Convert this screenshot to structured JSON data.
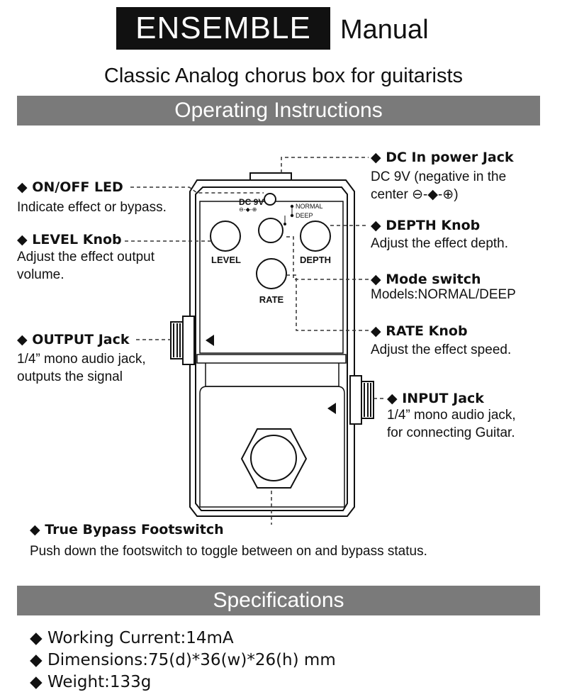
{
  "header": {
    "title": "ENSEMBLE",
    "title_suffix": "Manual",
    "subtitle": "Classic Analog chorus box for guitarists"
  },
  "sections": {
    "operating": "Operating Instructions",
    "specifications": "Specifications"
  },
  "pedal": {
    "dc_label": "DC 9V",
    "polarity": "⊖-◆-⊕",
    "level_label": "LEVEL",
    "depth_label": "DEPTH",
    "rate_label": "RATE",
    "mode_normal": "NORMAL",
    "mode_deep": "DEEP"
  },
  "callouts": {
    "dc": {
      "title": "◆ DC In power Jack",
      "line1": "DC 9V (negative in the",
      "line2": "center ⊖-◆-⊕)"
    },
    "led": {
      "title": "◆ ON/OFF LED",
      "line1": "Indicate effect or bypass."
    },
    "level": {
      "title": "◆ LEVEL Knob",
      "line1": "Adjust the effect output",
      "line2": "volume."
    },
    "depth": {
      "title": "◆ DEPTH Knob",
      "line1": "Adjust the effect depth."
    },
    "mode": {
      "title": "◆ Mode switch",
      "line1": "Models:NORMAL/DEEP"
    },
    "output": {
      "title": "◆ OUTPUT Jack",
      "line1": "1/4” mono audio jack,",
      "line2": "outputs the signal"
    },
    "rate": {
      "title": "◆ RATE Knob",
      "line1": "Adjust the effect speed."
    },
    "input": {
      "title": "◆ INPUT Jack",
      "line1": "1/4” mono audio jack,",
      "line2": "for connecting Guitar."
    },
    "footswitch": {
      "title": "◆ True Bypass Footswitch",
      "line1": "Push down the footswitch to toggle between on and bypass status."
    }
  },
  "specs": [
    "◆ Working Current:14mA",
    "◆ Dimensions:75(d)*36(w)*26(h) mm",
    "◆ Weight:133g"
  ],
  "colors": {
    "band": "#7a7a7a",
    "title_bg": "#111111",
    "text": "#111111"
  }
}
